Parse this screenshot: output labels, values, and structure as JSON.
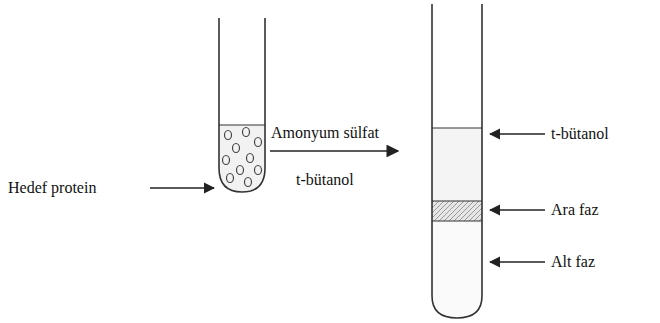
{
  "diagram": {
    "labels": [
      "Hedef protein",
      "Amonyum sülfat",
      "t-bütanol",
      "t-bütanol",
      "Ara faz",
      "Alt faz"
    ]
  }
}
